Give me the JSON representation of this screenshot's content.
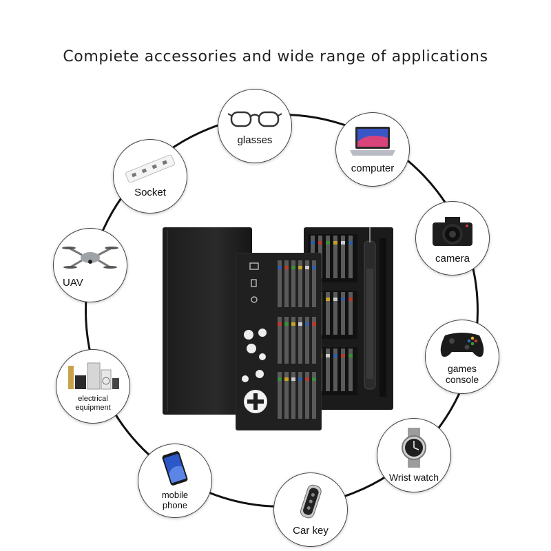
{
  "headline": "Compiete accessories and wide range of applications",
  "applications": [
    {
      "id": "glasses",
      "label": "glasses"
    },
    {
      "id": "computer",
      "label": "computer"
    },
    {
      "id": "socket",
      "label": "Socket"
    },
    {
      "id": "camera",
      "label": "camera"
    },
    {
      "id": "uav",
      "label": "UAV"
    },
    {
      "id": "games-console",
      "label": "games console"
    },
    {
      "id": "electrical-equipment",
      "label": "electrical equipment"
    },
    {
      "id": "wrist-watch",
      "label": "Wrist watch"
    },
    {
      "id": "mobile-phone",
      "label": "mobile phone"
    },
    {
      "id": "car-key",
      "label": "Car key"
    }
  ],
  "colors": {
    "ring": "#111111",
    "kit_body": "#1c1c1c",
    "bit_accents": [
      "#2f5fa8",
      "#b83a2e",
      "#3a8f3a",
      "#c9a227",
      "#cccccc"
    ]
  }
}
